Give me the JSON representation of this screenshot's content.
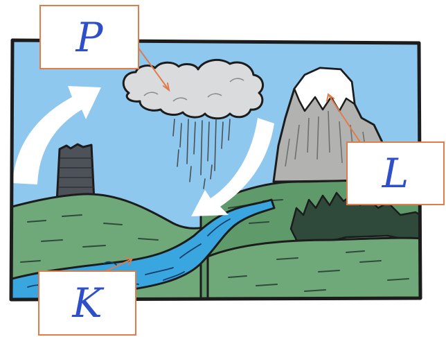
{
  "labels": {
    "cloud": "P",
    "mountain": "L",
    "river": "K"
  },
  "colors": {
    "sky": "#8ec8ee",
    "cloud": "#d9dbdd",
    "mountain": "#b2b3b1",
    "snow": "#ffffff",
    "hill": "#5e9a6a",
    "hill_light": "#6fa979",
    "river": "#3aa6e0",
    "tower": "#4d5158",
    "trees": "#2f4a3a",
    "outline": "#1c1c1c",
    "leader_line": "#e07b4a",
    "label_text": "#2f4fc8",
    "arrow": "#ffffff"
  },
  "icons": [
    "cloud-icon",
    "rain-icon",
    "mountain-icon",
    "tower-icon",
    "river-icon",
    "arrow-icon",
    "forest-icon"
  ]
}
